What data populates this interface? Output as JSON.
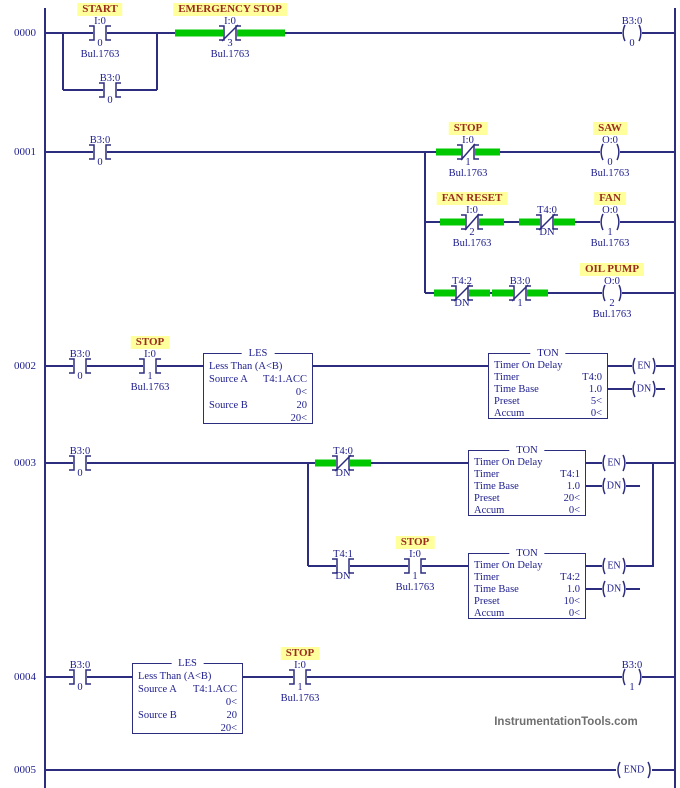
{
  "watermark": "InstrumentationTools.com",
  "colors": {
    "wire": "#2d2d7f",
    "text": "#20208f",
    "label_background": "#ffff9c",
    "label_text": "#9b2d1f",
    "highlight_green": "#00c800",
    "watermark_text": "#6f6f6f"
  },
  "rungs": {
    "r0": {
      "number": "0000",
      "start": {
        "label": "START",
        "address": "I:0",
        "bit": "0",
        "module": "Bul.1763"
      },
      "estop": {
        "label": "EMERGENCY STOP",
        "address": "I:0",
        "bit": "3",
        "module": "Bul.1763"
      },
      "seal": {
        "address": "B3:0",
        "bit": "0"
      },
      "out": {
        "address": "B3:0",
        "bit": "0"
      }
    },
    "r1": {
      "number": "0001",
      "b30": {
        "address": "B3:0",
        "bit": "0"
      },
      "stop": {
        "label": "STOP",
        "address": "I:0",
        "bit": "1",
        "module": "Bul.1763"
      },
      "saw": {
        "label": "SAW",
        "address": "O:0",
        "bit": "0",
        "module": "Bul.1763"
      },
      "fan_reset": {
        "label": "FAN RESET",
        "address": "I:0",
        "bit": "2",
        "module": "Bul.1763"
      },
      "t40": {
        "address": "T4:0",
        "bit": "DN"
      },
      "fan": {
        "label": "FAN",
        "address": "O:0",
        "bit": "1",
        "module": "Bul.1763"
      },
      "t42": {
        "address": "T4:2",
        "bit": "DN"
      },
      "b31": {
        "address": "B3:0",
        "bit": "1"
      },
      "oil": {
        "label": "OIL PUMP",
        "address": "O:0",
        "bit": "2",
        "module": "Bul.1763"
      }
    },
    "r2": {
      "number": "0002",
      "b30": {
        "address": "B3:0",
        "bit": "0"
      },
      "stop": {
        "label": "STOP",
        "address": "I:0",
        "bit": "1",
        "module": "Bul.1763"
      },
      "les": {
        "title": "LES",
        "desc": "Less Than (A<B)",
        "a_label": "Source A",
        "a_addr": "T4:1.ACC",
        "a_val": "0<",
        "b_label": "Source B",
        "b_src": "20",
        "b_val": "20<"
      },
      "ton": {
        "title": "TON",
        "desc": "Timer On Delay",
        "timer_label": "Timer",
        "timer": "T4:0",
        "base_label": "Time Base",
        "base": "1.0",
        "preset_label": "Preset",
        "preset": "5<",
        "accum_label": "Accum",
        "accum": "0<",
        "en": "EN",
        "dn": "DN"
      }
    },
    "r3": {
      "number": "0003",
      "b30": {
        "address": "B3:0",
        "bit": "0"
      },
      "t40": {
        "address": "T4:0",
        "bit": "DN"
      },
      "ton1": {
        "title": "TON",
        "desc": "Timer On Delay",
        "timer_label": "Timer",
        "timer": "T4:1",
        "base_label": "Time Base",
        "base": "1.0",
        "preset_label": "Preset",
        "preset": "20<",
        "accum_label": "Accum",
        "accum": "0<",
        "en": "EN",
        "dn": "DN"
      },
      "t41": {
        "address": "T4:1",
        "bit": "DN"
      },
      "stop": {
        "label": "STOP",
        "address": "I:0",
        "bit": "1",
        "module": "Bul.1763"
      },
      "ton2": {
        "title": "TON",
        "desc": "Timer On Delay",
        "timer_label": "Timer",
        "timer": "T4:2",
        "base_label": "Time Base",
        "base": "1.0",
        "preset_label": "Preset",
        "preset": "10<",
        "accum_label": "Accum",
        "accum": "0<",
        "en": "EN",
        "dn": "DN"
      }
    },
    "r4": {
      "number": "0004",
      "b30": {
        "address": "B3:0",
        "bit": "0"
      },
      "les": {
        "title": "LES",
        "desc": "Less Than (A<B)",
        "a_label": "Source A",
        "a_addr": "T4:1.ACC",
        "a_val": "0<",
        "b_label": "Source B",
        "b_src": "20",
        "b_val": "20<"
      },
      "stop": {
        "label": "STOP",
        "address": "I:0",
        "bit": "1",
        "module": "Bul.1763"
      },
      "out": {
        "address": "B3:0",
        "bit": "1"
      }
    },
    "r5": {
      "number": "0005",
      "end": "END"
    }
  }
}
